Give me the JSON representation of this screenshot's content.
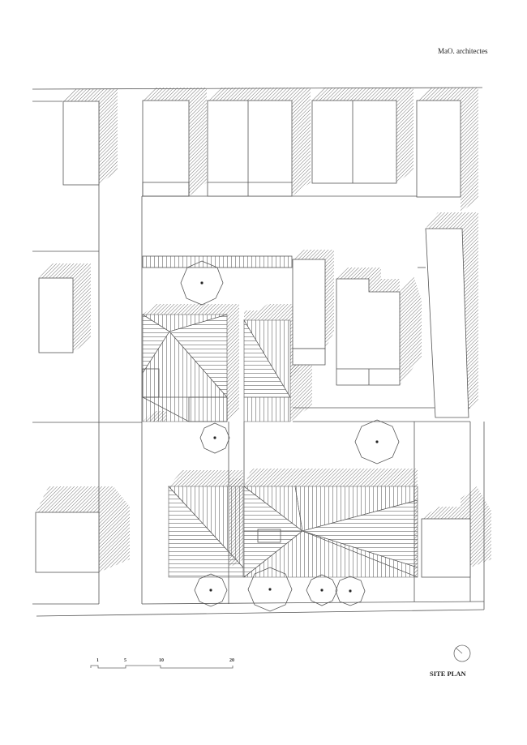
{
  "header": {
    "firm": "MaO. architectes"
  },
  "drawing": {
    "title": "SITE PLAN",
    "scale_bar": {
      "labels": [
        "1",
        "5",
        "10",
        "20"
      ]
    },
    "north_arrow_icon": "north-arrow-icon",
    "colors": {
      "line": "#555555",
      "background": "#ffffff"
    }
  }
}
